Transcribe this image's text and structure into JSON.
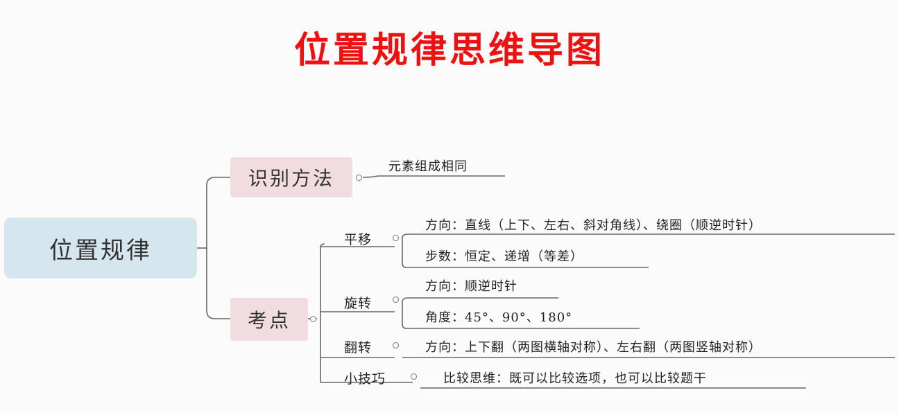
{
  "title": "位置规律思维导图",
  "root": "位置规律",
  "branches": [
    {
      "label": "识别方法",
      "items": [
        "元素组成相同"
      ]
    },
    {
      "label": "考点",
      "groups": [
        {
          "label": "平移",
          "items": [
            "方向：直线（上下、左右、斜对角线）、绕圈（顺逆时针）",
            "步数：恒定、递增（等差）"
          ]
        },
        {
          "label": "旋转",
          "items": [
            "方向：顺逆时针",
            "角度：45°、90°、180°"
          ]
        },
        {
          "label": "翻转",
          "items": [
            "方向：上下翻（两图横轴对称）、左右翻（两图竖轴对称）"
          ]
        },
        {
          "label": "小技巧",
          "items": [
            "比较思维：既可以比较选项，也可以比较题干"
          ]
        }
      ]
    }
  ]
}
